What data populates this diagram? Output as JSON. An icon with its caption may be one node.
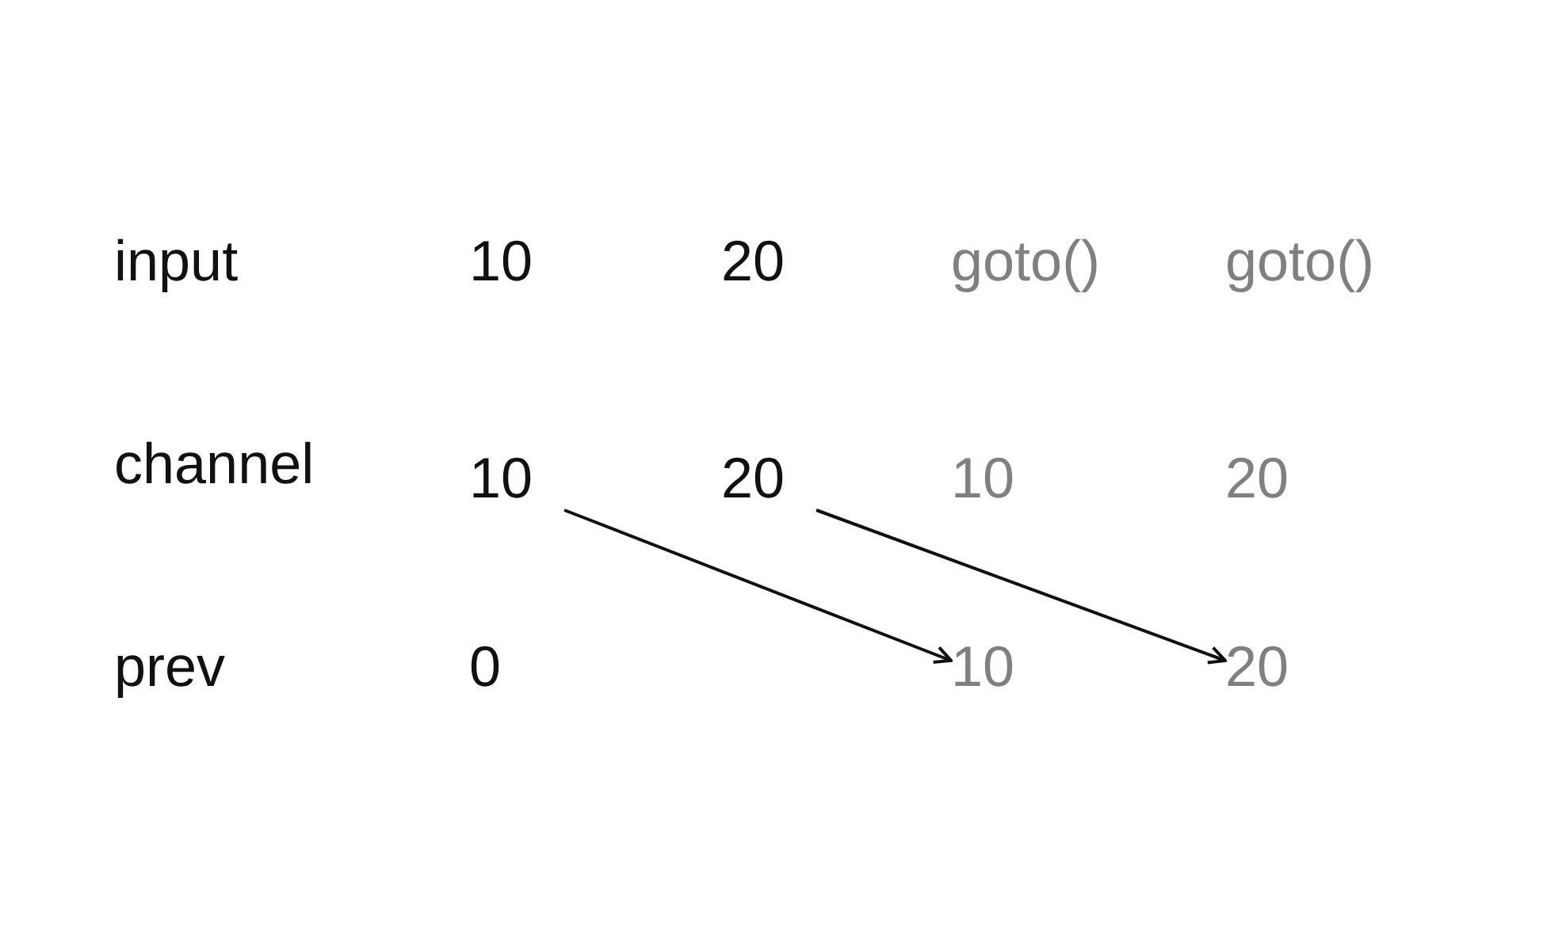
{
  "diagram": {
    "nodes": [
      {
        "text": [
          "10"
        ]
      },
      {
        "text": [
          "20"
        ]
      },
      {
        "text": [
          "10"
        ]
      },
      {
        "text": [
          "20"
        ]
      }
    ],
    "edges": [
      {
        "from": 0,
        "to": 2,
        "arrow": "to"
      },
      {
        "from": 1,
        "to": 3,
        "arrow": "to"
      }
    ],
    "labels": [
      "input",
      "10",
      "20",
      "goto()",
      "goto()",
      "channel",
      "10",
      "20",
      "prev",
      "0"
    ]
  }
}
